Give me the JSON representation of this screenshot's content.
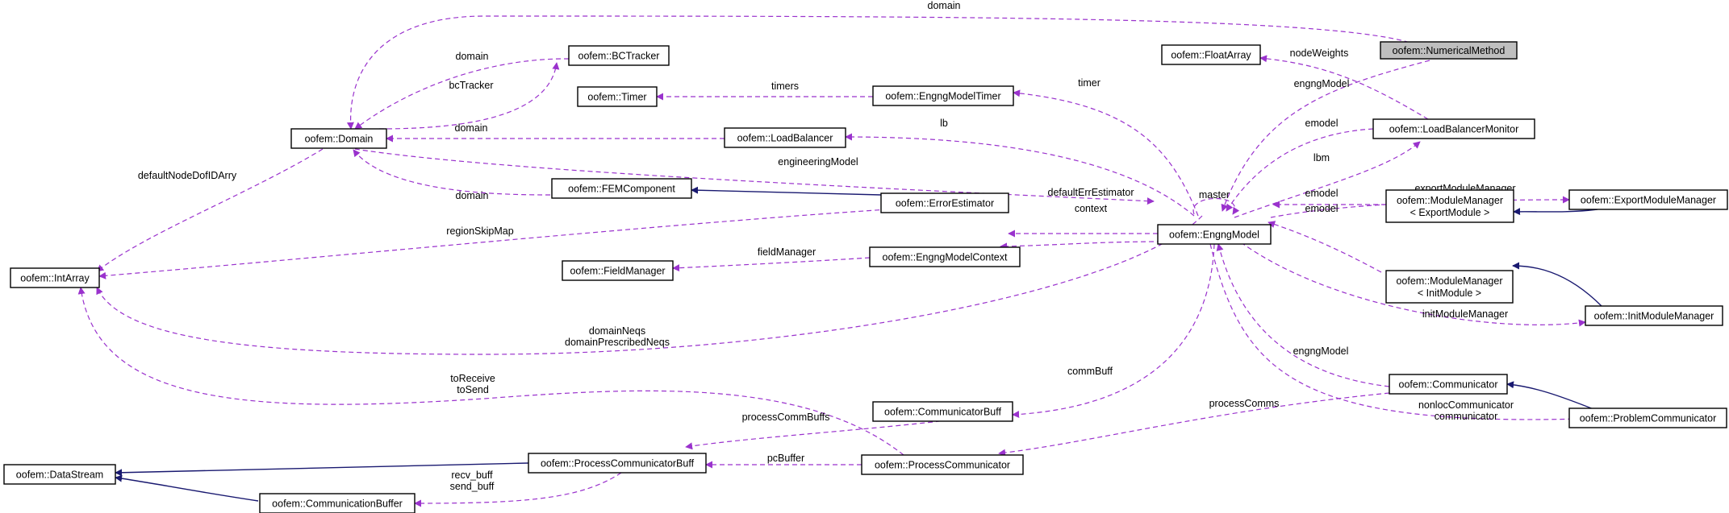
{
  "diagram": {
    "colors": {
      "usage_edge": "#9a32cd",
      "inheritance_edge": "#191970",
      "highlight_node": "#bfbfbf"
    },
    "nodes": {
      "numericalMethod": [
        "oofem::NumericalMethod"
      ],
      "floatArray": [
        "oofem::FloatArray"
      ],
      "bcTracker": [
        "oofem::BCTracker"
      ],
      "timer": [
        "oofem::Timer"
      ],
      "engngModelTimer": [
        "oofem::EngngModelTimer"
      ],
      "domain": [
        "oofem::Domain"
      ],
      "loadBalancer": [
        "oofem::LoadBalancer"
      ],
      "loadBalancerMonitor": [
        "oofem::LoadBalancerMonitor"
      ],
      "exportModuleManager": [
        "oofem::ExportModuleManager"
      ],
      "femComponent": [
        "oofem::FEMComponent"
      ],
      "errorEstimator": [
        "oofem::ErrorEstimator"
      ],
      "engngModel": [
        "oofem::EngngModel"
      ],
      "moduleManagerExport": [
        "oofem::ModuleManager",
        "< ExportModule >"
      ],
      "intArray": [
        "oofem::IntArray"
      ],
      "fieldManager": [
        "oofem::FieldManager"
      ],
      "engngModelContext": [
        "oofem::EngngModelContext"
      ],
      "moduleManagerInit": [
        "oofem::ModuleManager",
        "< InitModule >"
      ],
      "initModuleManager": [
        "oofem::InitModuleManager"
      ],
      "communicator": [
        "oofem::Communicator"
      ],
      "communicatorBuff": [
        "oofem::CommunicatorBuff"
      ],
      "problemCommunicator": [
        "oofem::ProblemCommunicator"
      ],
      "dataStream": [
        "oofem::DataStream"
      ],
      "processCommunicatorBuff": [
        "oofem::ProcessCommunicatorBuff"
      ],
      "processCommunicator": [
        "oofem::ProcessCommunicator"
      ],
      "communicationBuffer": [
        "oofem::CommunicationBuffer"
      ]
    },
    "edge_labels": {
      "domain_top": [
        "domain"
      ],
      "bc_domain": [
        "domain"
      ],
      "bc_tracker": [
        "bcTracker"
      ],
      "timers": [
        "timers"
      ],
      "lb_domain": [
        "domain"
      ],
      "default_node_dof": [
        "defaultNodeDofIDArry"
      ],
      "engineering_model": [
        "engineeringModel"
      ],
      "fem_domain": [
        "domain"
      ],
      "region_skip": [
        "regionSkipMap"
      ],
      "field_manager": [
        "fieldManager"
      ],
      "domain_neqs": [
        "domainNeqs",
        "domainPrescribedNeqs"
      ],
      "to_receive_send": [
        "toReceive",
        "toSend"
      ],
      "process_comm_buffs": [
        "processCommBuffs"
      ],
      "recv_send_buff": [
        "recv_buff",
        "send_buff"
      ],
      "pc_buffer": [
        "pcBuffer"
      ],
      "timer": [
        "timer"
      ],
      "lb": [
        "lb"
      ],
      "master": [
        "master"
      ],
      "default_err": [
        "defaultErrEstimator"
      ],
      "context": [
        "context"
      ],
      "comm_buff": [
        "commBuff"
      ],
      "node_weights": [
        "nodeWeights"
      ],
      "engng_model_nm": [
        "engngModel"
      ],
      "emodel_lbm": [
        "emodel"
      ],
      "lbm": [
        "lbm"
      ],
      "export_module_manager": [
        "exportModuleManager"
      ],
      "emodel_mm1": [
        "emodel"
      ],
      "emodel_mm2": [
        "emodel"
      ],
      "init_module_manager": [
        "initModuleManager"
      ],
      "engng_model_comm": [
        "engngModel"
      ],
      "process_comms": [
        "processComms"
      ],
      "nonloc_comm": [
        "nonlocCommunicator",
        "communicator"
      ]
    }
  }
}
